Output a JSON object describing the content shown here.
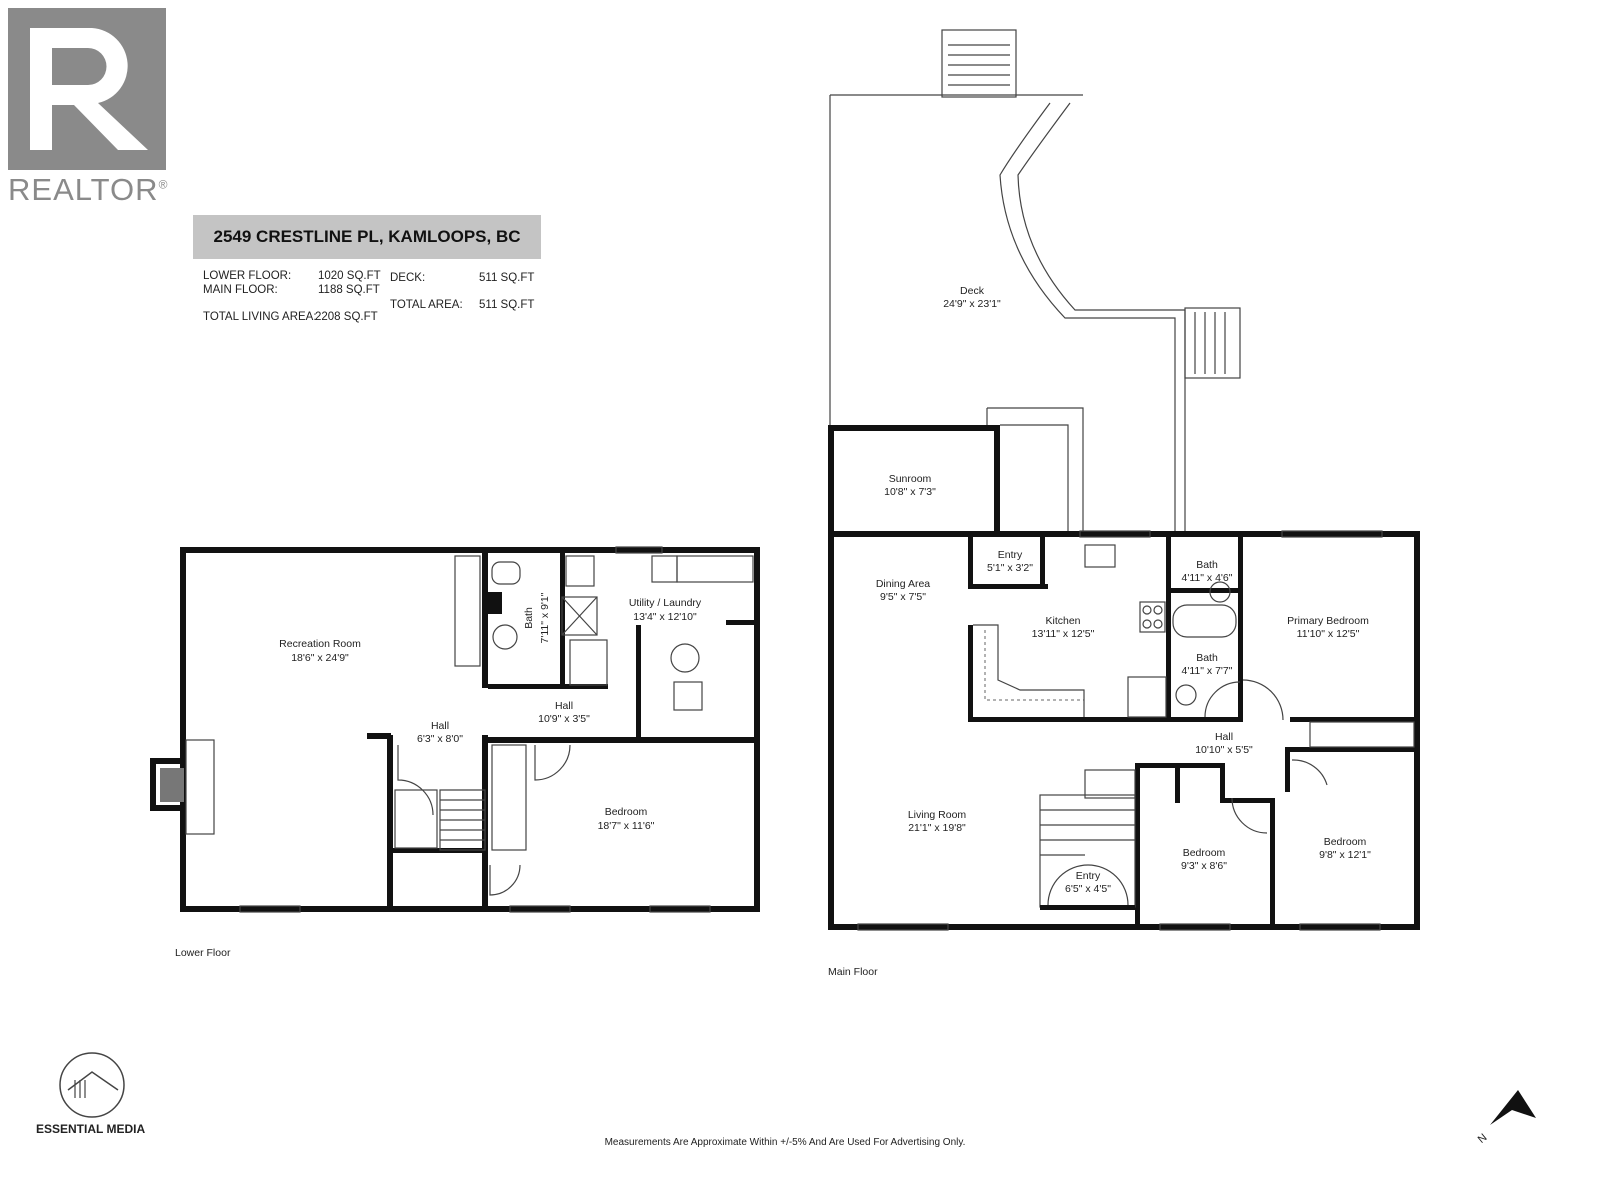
{
  "logo": {
    "text": "REALTOR",
    "mark": "®",
    "color": "#8a8a8a"
  },
  "header": {
    "address": "2549 CRESTLINE PL, KAMLOOPS, BC"
  },
  "areas": {
    "lower_label": "LOWER FLOOR:",
    "lower_value": "1020 SQ.FT",
    "main_label": "MAIN FLOOR:",
    "main_value": "1188 SQ.FT",
    "living_label": "TOTAL LIVING AREA:",
    "living_value": "2208 SQ.FT",
    "deck_label": "DECK:",
    "deck_value": "511 SQ.FT",
    "total_label": "TOTAL AREA:",
    "total_value": "511 SQ.FT"
  },
  "lower_floor": {
    "label": "Lower Floor",
    "rooms": [
      {
        "name": "Recreation Room",
        "dims": "18'6\" x 24'9\""
      },
      {
        "name": "Bath",
        "dims": "7'11\" x 9'1\""
      },
      {
        "name": "Utility / Laundry",
        "dims": "13'4\" x 12'10\""
      },
      {
        "name": "Hall",
        "dims": "10'9\" x 3'5\""
      },
      {
        "name": "Hall",
        "dims": "6'3\" x 8'0\""
      },
      {
        "name": "Bedroom",
        "dims": "18'7\" x 11'6\""
      }
    ]
  },
  "main_floor": {
    "label": "Main Floor",
    "rooms": [
      {
        "name": "Deck",
        "dims": "24'9\" x 23'1\""
      },
      {
        "name": "Sunroom",
        "dims": "10'8\" x 7'3\""
      },
      {
        "name": "Dining Area",
        "dims": "9'5\" x 7'5\""
      },
      {
        "name": "Entry",
        "dims": "5'1\" x 3'2\""
      },
      {
        "name": "Kitchen",
        "dims": "13'11\" x 12'5\""
      },
      {
        "name": "Bath",
        "dims": "4'11\" x 4'6\""
      },
      {
        "name": "Bath",
        "dims": "4'11\" x 7'7\""
      },
      {
        "name": "Primary Bedroom",
        "dims": "11'10\" x 12'5\""
      },
      {
        "name": "Hall",
        "dims": "10'10\" x 5'5\""
      },
      {
        "name": "Living Room",
        "dims": "21'1\" x 19'8\""
      },
      {
        "name": "Entry",
        "dims": "6'5\" x 4'5\""
      },
      {
        "name": "Bedroom",
        "dims": "9'3\" x 8'6\""
      },
      {
        "name": "Bedroom",
        "dims": "9'8\" x 12'1\""
      }
    ]
  },
  "footer": {
    "brand": "ESSENTIAL MEDIA",
    "disclaimer": "Measurements Are Approximate Within +/-5% And Are Used For Advertising Only.",
    "compass": "N"
  }
}
